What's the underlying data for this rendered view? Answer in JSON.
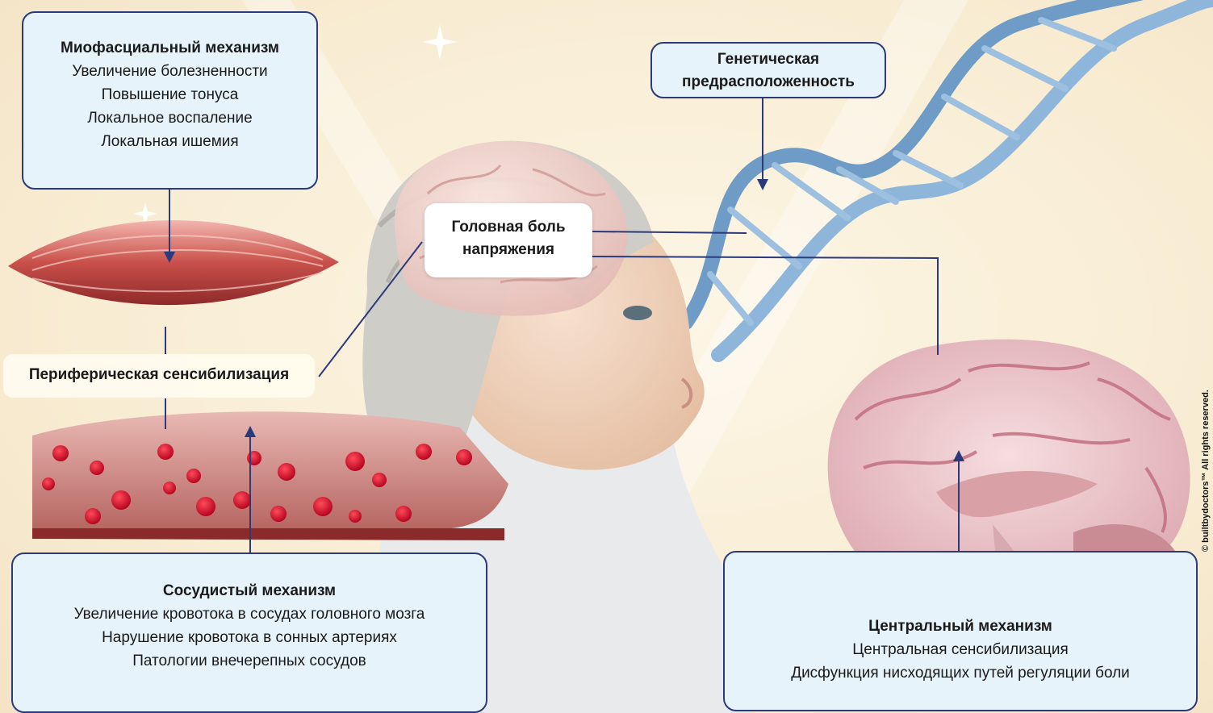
{
  "center": {
    "line1": "Головная боль",
    "line2": "напряжения"
  },
  "myofascial": {
    "title": "Миофасциальный механизм",
    "items": [
      "Увеличение болезненности",
      "Повышение тонуса",
      "Локальное воспаление",
      "Локальная ишемия"
    ]
  },
  "genetic": {
    "line1": "Генетическая",
    "line2": "предрасположенность"
  },
  "peripheral": {
    "label": "Периферическая сенсибилизация"
  },
  "vascular": {
    "title": "Сосудистый механизм",
    "items": [
      "Увеличение кровотока в сосудах головного мозга",
      "Нарушение кровотока в сонных артериях",
      "Патологии внечерепных сосудов"
    ]
  },
  "central": {
    "title": "Центральный механизм",
    "items": [
      "Центральная сенсибилизация",
      "Дисфункция нисходящих путей регуляции боли"
    ]
  },
  "copyright": "© builtbydoctors™ All rights reserved.",
  "colors": {
    "box_fill": "#e6f3fa",
    "box_border": "#2a3a7a",
    "connector": "#2a3a7a",
    "background": "#fbf3e1"
  }
}
